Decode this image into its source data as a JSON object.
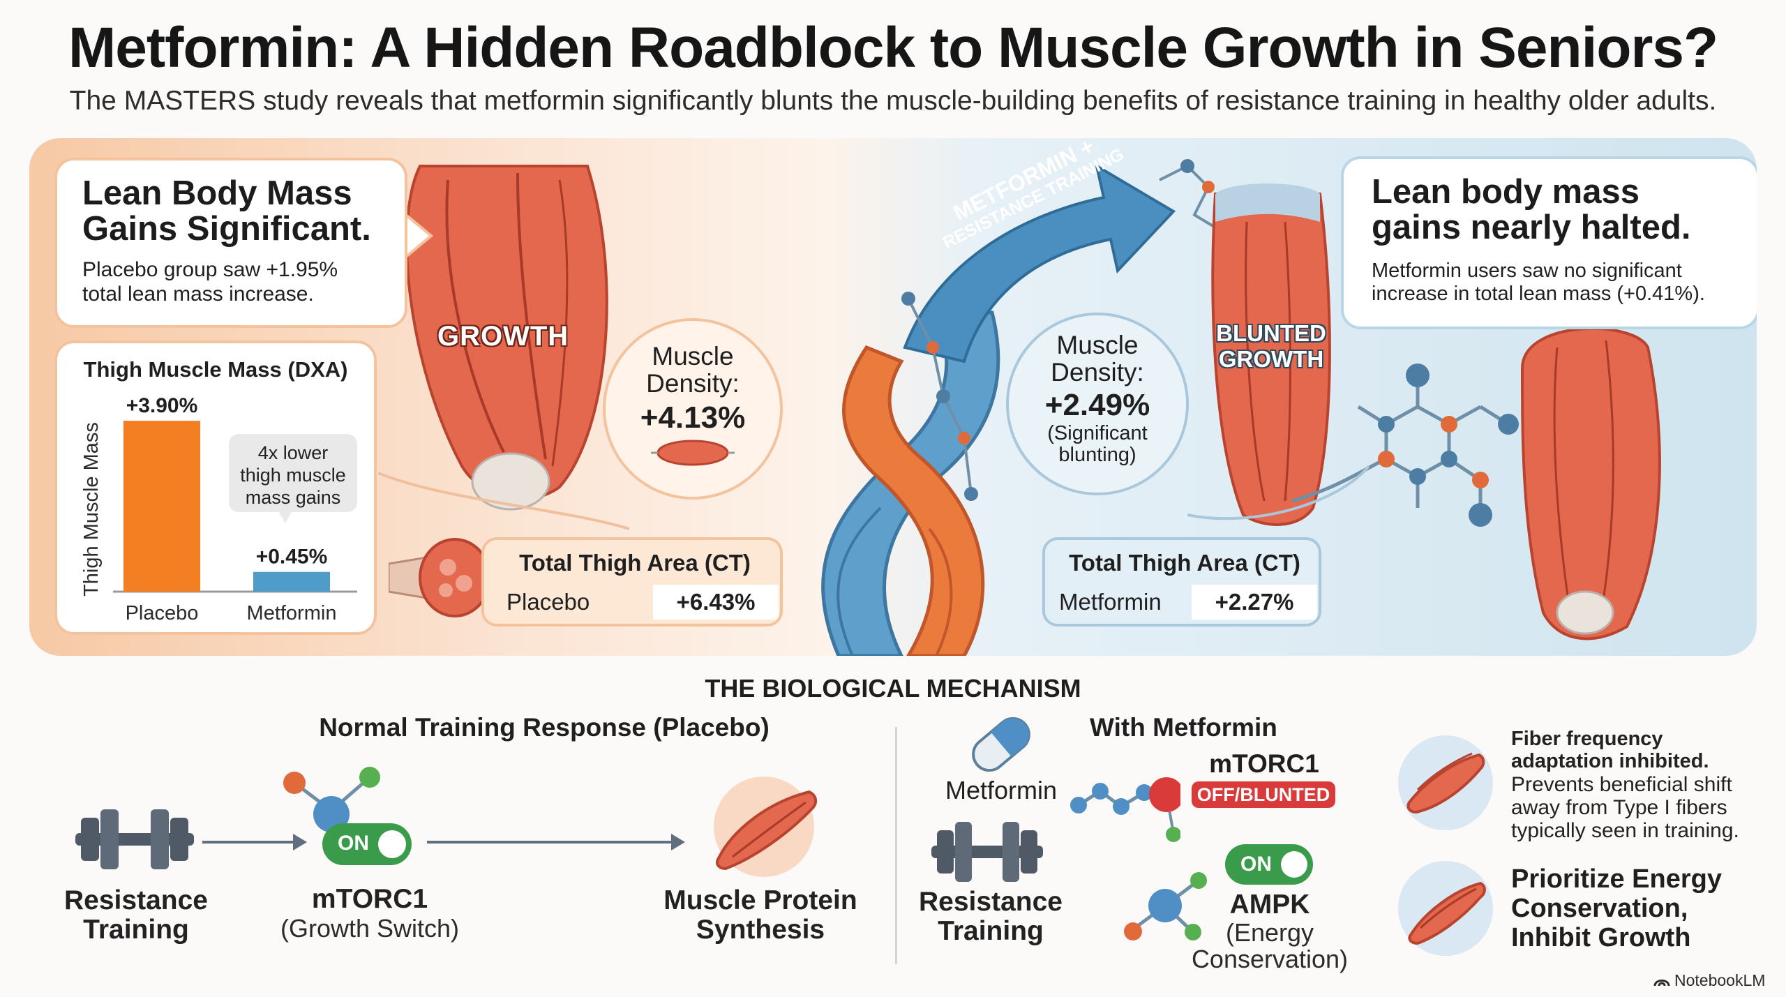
{
  "header": {
    "title": "Metformin: A Hidden Roadblock to Muscle Growth in Seniors?",
    "subtitle": "The MASTERS study reveals that metformin significantly blunts the muscle-building benefits of resistance training in healthy older adults."
  },
  "placebo_panel": {
    "lbm_heading_1": "Lean Body Mass",
    "lbm_heading_2": "Gains Significant.",
    "lbm_text_1": "Placebo group saw +1.95%",
    "lbm_text_2": "total lean mass increase.",
    "growth_label": "GROWTH",
    "density_label_1": "Muscle",
    "density_label_2": "Density:",
    "density_value": "+4.13%",
    "thigh_area_title": "Total Thigh Area (CT)",
    "thigh_area_group": "Placebo",
    "thigh_area_value": "+6.43%"
  },
  "chart_data": {
    "type": "bar",
    "title": "Thigh Muscle Mass (DXA)",
    "ylabel": "Thigh Muscle Mass",
    "xlabel": "",
    "categories": [
      "Placebo",
      "Metformin"
    ],
    "values": [
      3.9,
      0.45
    ],
    "value_labels": [
      "+3.90%",
      "+0.45%"
    ],
    "ylim": [
      0,
      4.3
    ],
    "colors": [
      "#f37f22",
      "#4f9cc9"
    ],
    "annotation_1": "4x lower",
    "annotation_2": "thigh muscle",
    "annotation_3": "mass gains"
  },
  "arrow_label_1": "METFORMIN +",
  "arrow_label_2": "RESISTANCE TRAINING",
  "metformin_panel": {
    "lbm_heading_1": "Lean body mass",
    "lbm_heading_2": "gains nearly halted.",
    "lbm_text_1": "Metformin users saw no significant",
    "lbm_text_2": "increase in total lean mass (+0.41%).",
    "blunted_label_1": "BLUNTED",
    "blunted_label_2": "GROWTH",
    "density_label_1": "Muscle",
    "density_label_2": "Density:",
    "density_value": "+2.49%",
    "density_note_1": "(Significant",
    "density_note_2": "blunting)",
    "thigh_area_title": "Total Thigh Area (CT)",
    "thigh_area_group": "Metformin",
    "thigh_area_value": "+2.27%"
  },
  "mechanism": {
    "title": "THE BIOLOGICAL MECHANISM",
    "normal_title": "Normal Training Response (Placebo)",
    "resistance_1": "Resistance",
    "resistance_2": "Training",
    "on_label": "ON",
    "mtorc1": "mTORC1",
    "growth_switch": "(Growth Switch)",
    "mps_1": "Muscle Protein",
    "mps_2": "Synthesis",
    "with_metformin_title": "With Metformin",
    "metformin_label": "Metformin",
    "resistance_b_1": "Resistance",
    "resistance_b_2": "Training",
    "mtorc1_b": "mTORC1",
    "off_label": "OFF/BLUNTED",
    "on_label_b": "ON",
    "ampk": "AMPK",
    "ampk_sub_1": "(Energy",
    "ampk_sub_2": "Conservation)",
    "fiber_bold_1": "Fiber frequency",
    "fiber_bold_2": "adaptation inhibited.",
    "fiber_text_1": "Prevents beneficial shift",
    "fiber_text_2": "away from Type I fibers",
    "fiber_text_3": "typically seen in training.",
    "prioritize_1": "Prioritize Energy",
    "prioritize_2": "Conservation,",
    "prioritize_3": "Inhibit Growth"
  },
  "footer": {
    "brand": "NotebookLM"
  },
  "icons": {
    "brand_icon": "notebooklm-icon",
    "dumbbell": "dumbbell-icon",
    "pill": "pill-icon",
    "molecule": "molecule-icon"
  },
  "colors": {
    "placebo_orange": "#f37f22",
    "metformin_blue": "#4f9cc9",
    "switch_green": "#3a9b4a",
    "off_red": "#d93a3a",
    "muscle_red": "#e0604a"
  }
}
